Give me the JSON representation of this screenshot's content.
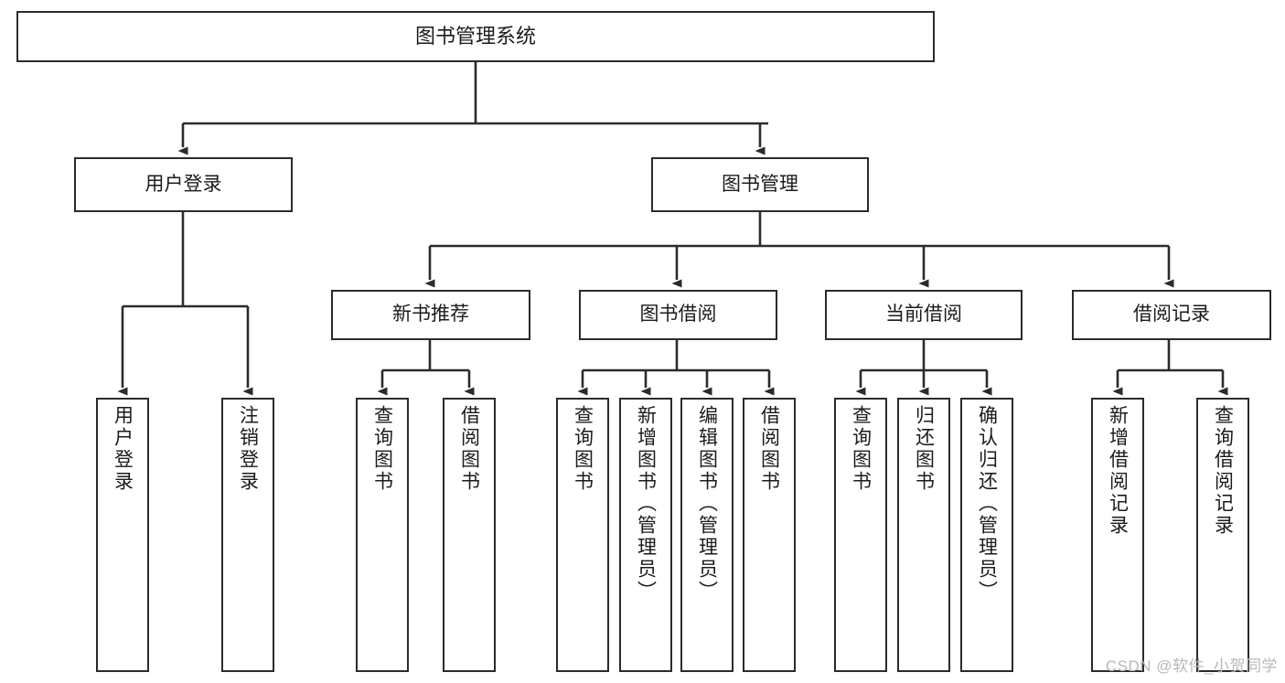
{
  "diagram": {
    "title": "图书管理系统",
    "type": "tree-hierarchy-diagram",
    "colors": {
      "box_border": "#2b2b2b",
      "box_fill": "#ffffff",
      "edge": "#2b2b2b",
      "background": "#ffffff",
      "watermark": "#b8b8b8"
    },
    "nodes": {
      "root": {
        "label": "图书管理系统"
      },
      "level1": [
        {
          "id": "user-login",
          "label": "用户登录"
        },
        {
          "id": "book-management",
          "label": "图书管理"
        }
      ],
      "level2": [
        {
          "id": "new-book-recommend",
          "label": "新书推荐"
        },
        {
          "id": "book-borrow",
          "label": "图书借阅"
        },
        {
          "id": "current-borrow",
          "label": "当前借阅"
        },
        {
          "id": "borrow-record",
          "label": "借阅记录"
        }
      ],
      "leaves": {
        "user-login": [
          {
            "id": "leaf-user-login",
            "label": "用户登录"
          },
          {
            "id": "leaf-logout-login",
            "label": "注销登录"
          }
        ],
        "new-book-recommend": [
          {
            "id": "leaf-query-book-1",
            "label": "查询图书"
          },
          {
            "id": "leaf-borrow-book-1",
            "label": "借阅图书"
          }
        ],
        "book-borrow": [
          {
            "id": "leaf-query-book-2",
            "label": "查询图书"
          },
          {
            "id": "leaf-add-book-admin",
            "label": "新增图书（管理员）"
          },
          {
            "id": "leaf-edit-book-admin",
            "label": "编辑图书（管理员）"
          },
          {
            "id": "leaf-borrow-book-2",
            "label": "借阅图书"
          }
        ],
        "current-borrow": [
          {
            "id": "leaf-query-book-3",
            "label": "查询图书"
          },
          {
            "id": "leaf-return-book",
            "label": "归还图书"
          },
          {
            "id": "leaf-confirm-return-admin",
            "label": "确认归还（管理员）"
          }
        ],
        "borrow-record": [
          {
            "id": "leaf-add-borrow-record",
            "label": "新增借阅记录"
          },
          {
            "id": "leaf-query-borrow-record",
            "label": "查询借阅记录"
          }
        ]
      }
    },
    "watermark": "CSDN @软件_小贺同学"
  }
}
